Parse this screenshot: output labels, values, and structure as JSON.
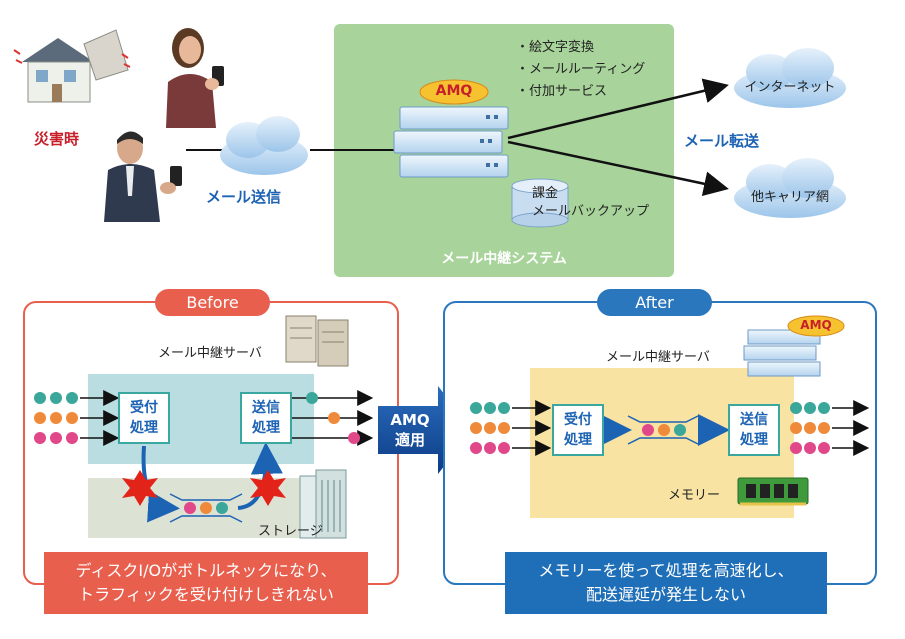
{
  "top": {
    "disaster_label": "災害時",
    "mail_send": "メール送信",
    "features": [
      "・絵文字変換",
      "・メールルーティング",
      "・付加サービス"
    ],
    "amq_badge": "AMQ",
    "billing_line1": "課金",
    "billing_line2": "メールバックアップ",
    "relay_system": "メール中継システム",
    "mail_forward": "メール転送",
    "internet": "インターネット",
    "other_carrier": "他キャリア網"
  },
  "before": {
    "badge": "Before",
    "server_label": "メール中継サーバ",
    "receive_line1": "受付",
    "receive_line2": "処理",
    "send_line1": "送信",
    "send_line2": "処理",
    "storage": "ストレージ",
    "banner_line1": "ディスクI/Oがボトルネックになり、",
    "banner_line2": "トラフィックを受け付けしきれない"
  },
  "apply": {
    "line1": "AMQ",
    "line2": "適用"
  },
  "after": {
    "badge": "After",
    "amq_badge": "AMQ",
    "server_label": "メール中継サーバ",
    "receive_line1": "受付",
    "receive_line2": "処理",
    "send_line1": "送信",
    "send_line2": "処理",
    "memory": "メモリー",
    "banner_line1": "メモリーを使って処理を高速化し、",
    "banner_line2": "配送遅延が発生しない"
  },
  "colors": {
    "green_panel": "#a8d49b",
    "before_border": "#e95f4e",
    "after_border": "#2a77bd",
    "teal_area": "#b9dde0",
    "yellow_area": "#f8e3a3",
    "accent_blue": "#1d63b4",
    "alert_red": "#c8202a"
  }
}
